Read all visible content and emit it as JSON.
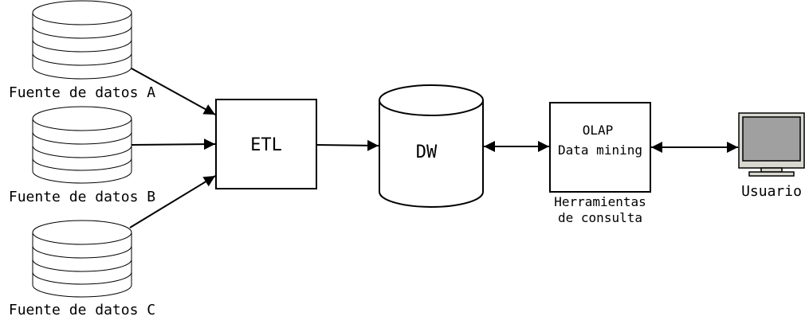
{
  "sources": [
    {
      "label": "Fuente de datos A"
    },
    {
      "label": "Fuente de datos B"
    },
    {
      "label": "Fuente de datos C"
    }
  ],
  "etl": {
    "label": "ETL"
  },
  "dw": {
    "label": "DW"
  },
  "tools": {
    "lines": [
      "OLAP",
      "Data mining"
    ],
    "caption_lines": [
      "Herramientas",
      "de consulta"
    ]
  },
  "user": {
    "label": "Usuario",
    "screen_color": "#a0a0a0",
    "bezel_color": "#d8d8d0"
  },
  "edges": [
    {
      "from": "Fuente de datos A",
      "to": "ETL",
      "direction": "forward"
    },
    {
      "from": "Fuente de datos B",
      "to": "ETL",
      "direction": "forward"
    },
    {
      "from": "Fuente de datos C",
      "to": "ETL",
      "direction": "forward"
    },
    {
      "from": "ETL",
      "to": "DW",
      "direction": "forward"
    },
    {
      "from": "DW",
      "to": "Herramientas de consulta",
      "direction": "both"
    },
    {
      "from": "Herramientas de consulta",
      "to": "Usuario",
      "direction": "both"
    }
  ]
}
